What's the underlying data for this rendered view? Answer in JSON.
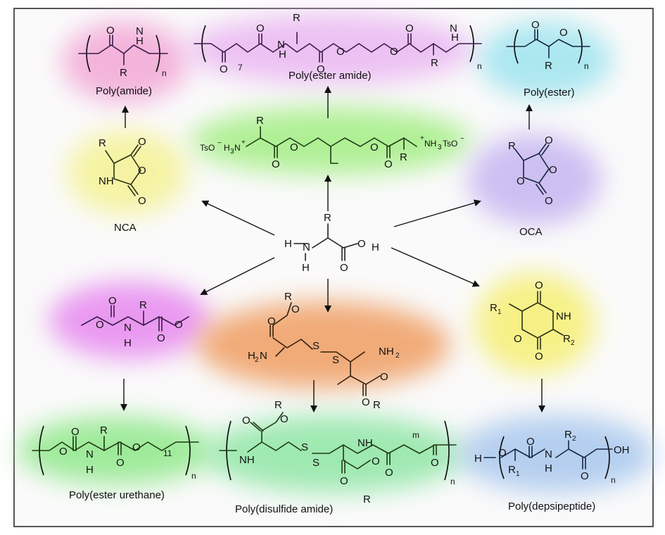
{
  "colors": {
    "frame": "#555555",
    "glow_amide": "#f3a7d6",
    "glow_ester_amide": "#eab7f2",
    "glow_ester": "#9fe4ef",
    "glow_monomer_green": "#a8ef8a",
    "glow_nca": "#f5f39a",
    "glow_oca": "#c9b9f2",
    "glow_carbamate": "#e88ff0",
    "glow_cystine": "#f0a36b",
    "glow_morpholine": "#f6f07a",
    "glow_urethane": "#8fe88a",
    "glow_disulfide": "#8fe6a5",
    "glow_depsipeptide": "#a9c8ee"
  },
  "labels": {
    "poly_amide": "Poly(amide)",
    "poly_ester_amide": "Poly(ester amide)",
    "poly_ester": "Poly(ester)",
    "nca": "NCA",
    "oca": "OCA",
    "poly_ester_urethane": "Poly(ester urethane)",
    "poly_disulfide_amide": "Poly(disulfide amide)",
    "poly_depsipeptide": "Poly(depsipeptide)"
  },
  "atoms": {
    "O": "O",
    "H": "H",
    "N": "N",
    "NH": "NH",
    "OH": "OH",
    "R": "R",
    "n": "n",
    "m": "m",
    "S": "S",
    "seven": "7",
    "eleven": "11",
    "NH2": "NH",
    "NH2_sub": "2",
    "H2N_h": "H",
    "H2N_sub": "2",
    "H2N_n": "N",
    "R1": "R",
    "R1_sub": "1",
    "R2": "R",
    "R2_sub": "2",
    "TsO_left": "TsO",
    "TsO_sup": "−",
    "H3N_h": "H",
    "H3N_sub": "3",
    "H3N_n": "N",
    "plus": "+",
    "NH3": "NH",
    "NH3_sub": "3",
    "TsO_right": "TsO"
  }
}
